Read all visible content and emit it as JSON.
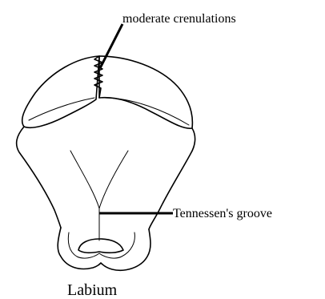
{
  "labels": {
    "crenulations": "moderate crenulations",
    "groove": "Tennessen's groove",
    "structure": "Labium"
  }
}
